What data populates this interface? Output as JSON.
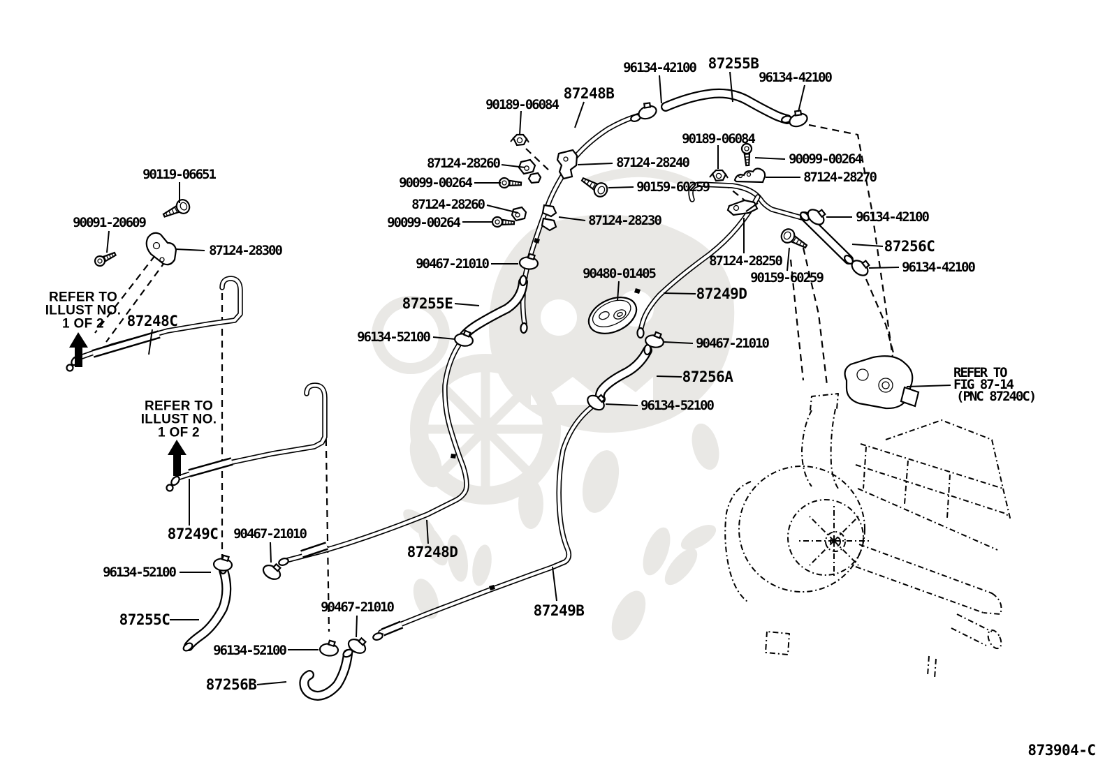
{
  "diagram": {
    "drawing_number": "873904-C",
    "background_color": "#ffffff",
    "line_color": "#000000",
    "watermark_color": "#e9e8e5",
    "labels": [
      "96134-42100",
      "87255B",
      "96134-42100",
      "87248B",
      "90189-06084",
      "87124-28260",
      "87124-28240",
      "90099-00264",
      "90159-60259",
      "87124-28260",
      "90099-00264",
      "87124-28230",
      "90189-06084",
      "90099-00264",
      "87124-28270",
      "96134-42100",
      "87256C",
      "96134-42100",
      "87124-28250",
      "90159-60259",
      "87249D",
      "90480-01405",
      "90467-21010",
      "87255E",
      "96134-52100",
      "90467-21010",
      "87256A",
      "96134-52100",
      "90119-06651",
      "90091-20609",
      "87124-28300",
      "87248C",
      "87249C",
      "90467-21010",
      "96134-52100",
      "87255C",
      "90467-21010",
      "96134-52100",
      "87256B",
      "87248D",
      "87249B"
    ],
    "notes": {
      "refer_illust_1": {
        "lines": [
          "REFER TO",
          "ILLUST NO.",
          "1 OF 2"
        ]
      },
      "refer_illust_2": {
        "lines": [
          "REFER TO",
          "ILLUST NO.",
          "1 OF 2"
        ]
      },
      "refer_fig": {
        "lines": [
          "REFER TO",
          "FIG 87-14",
          "(PNC 87240C)"
        ]
      }
    }
  }
}
